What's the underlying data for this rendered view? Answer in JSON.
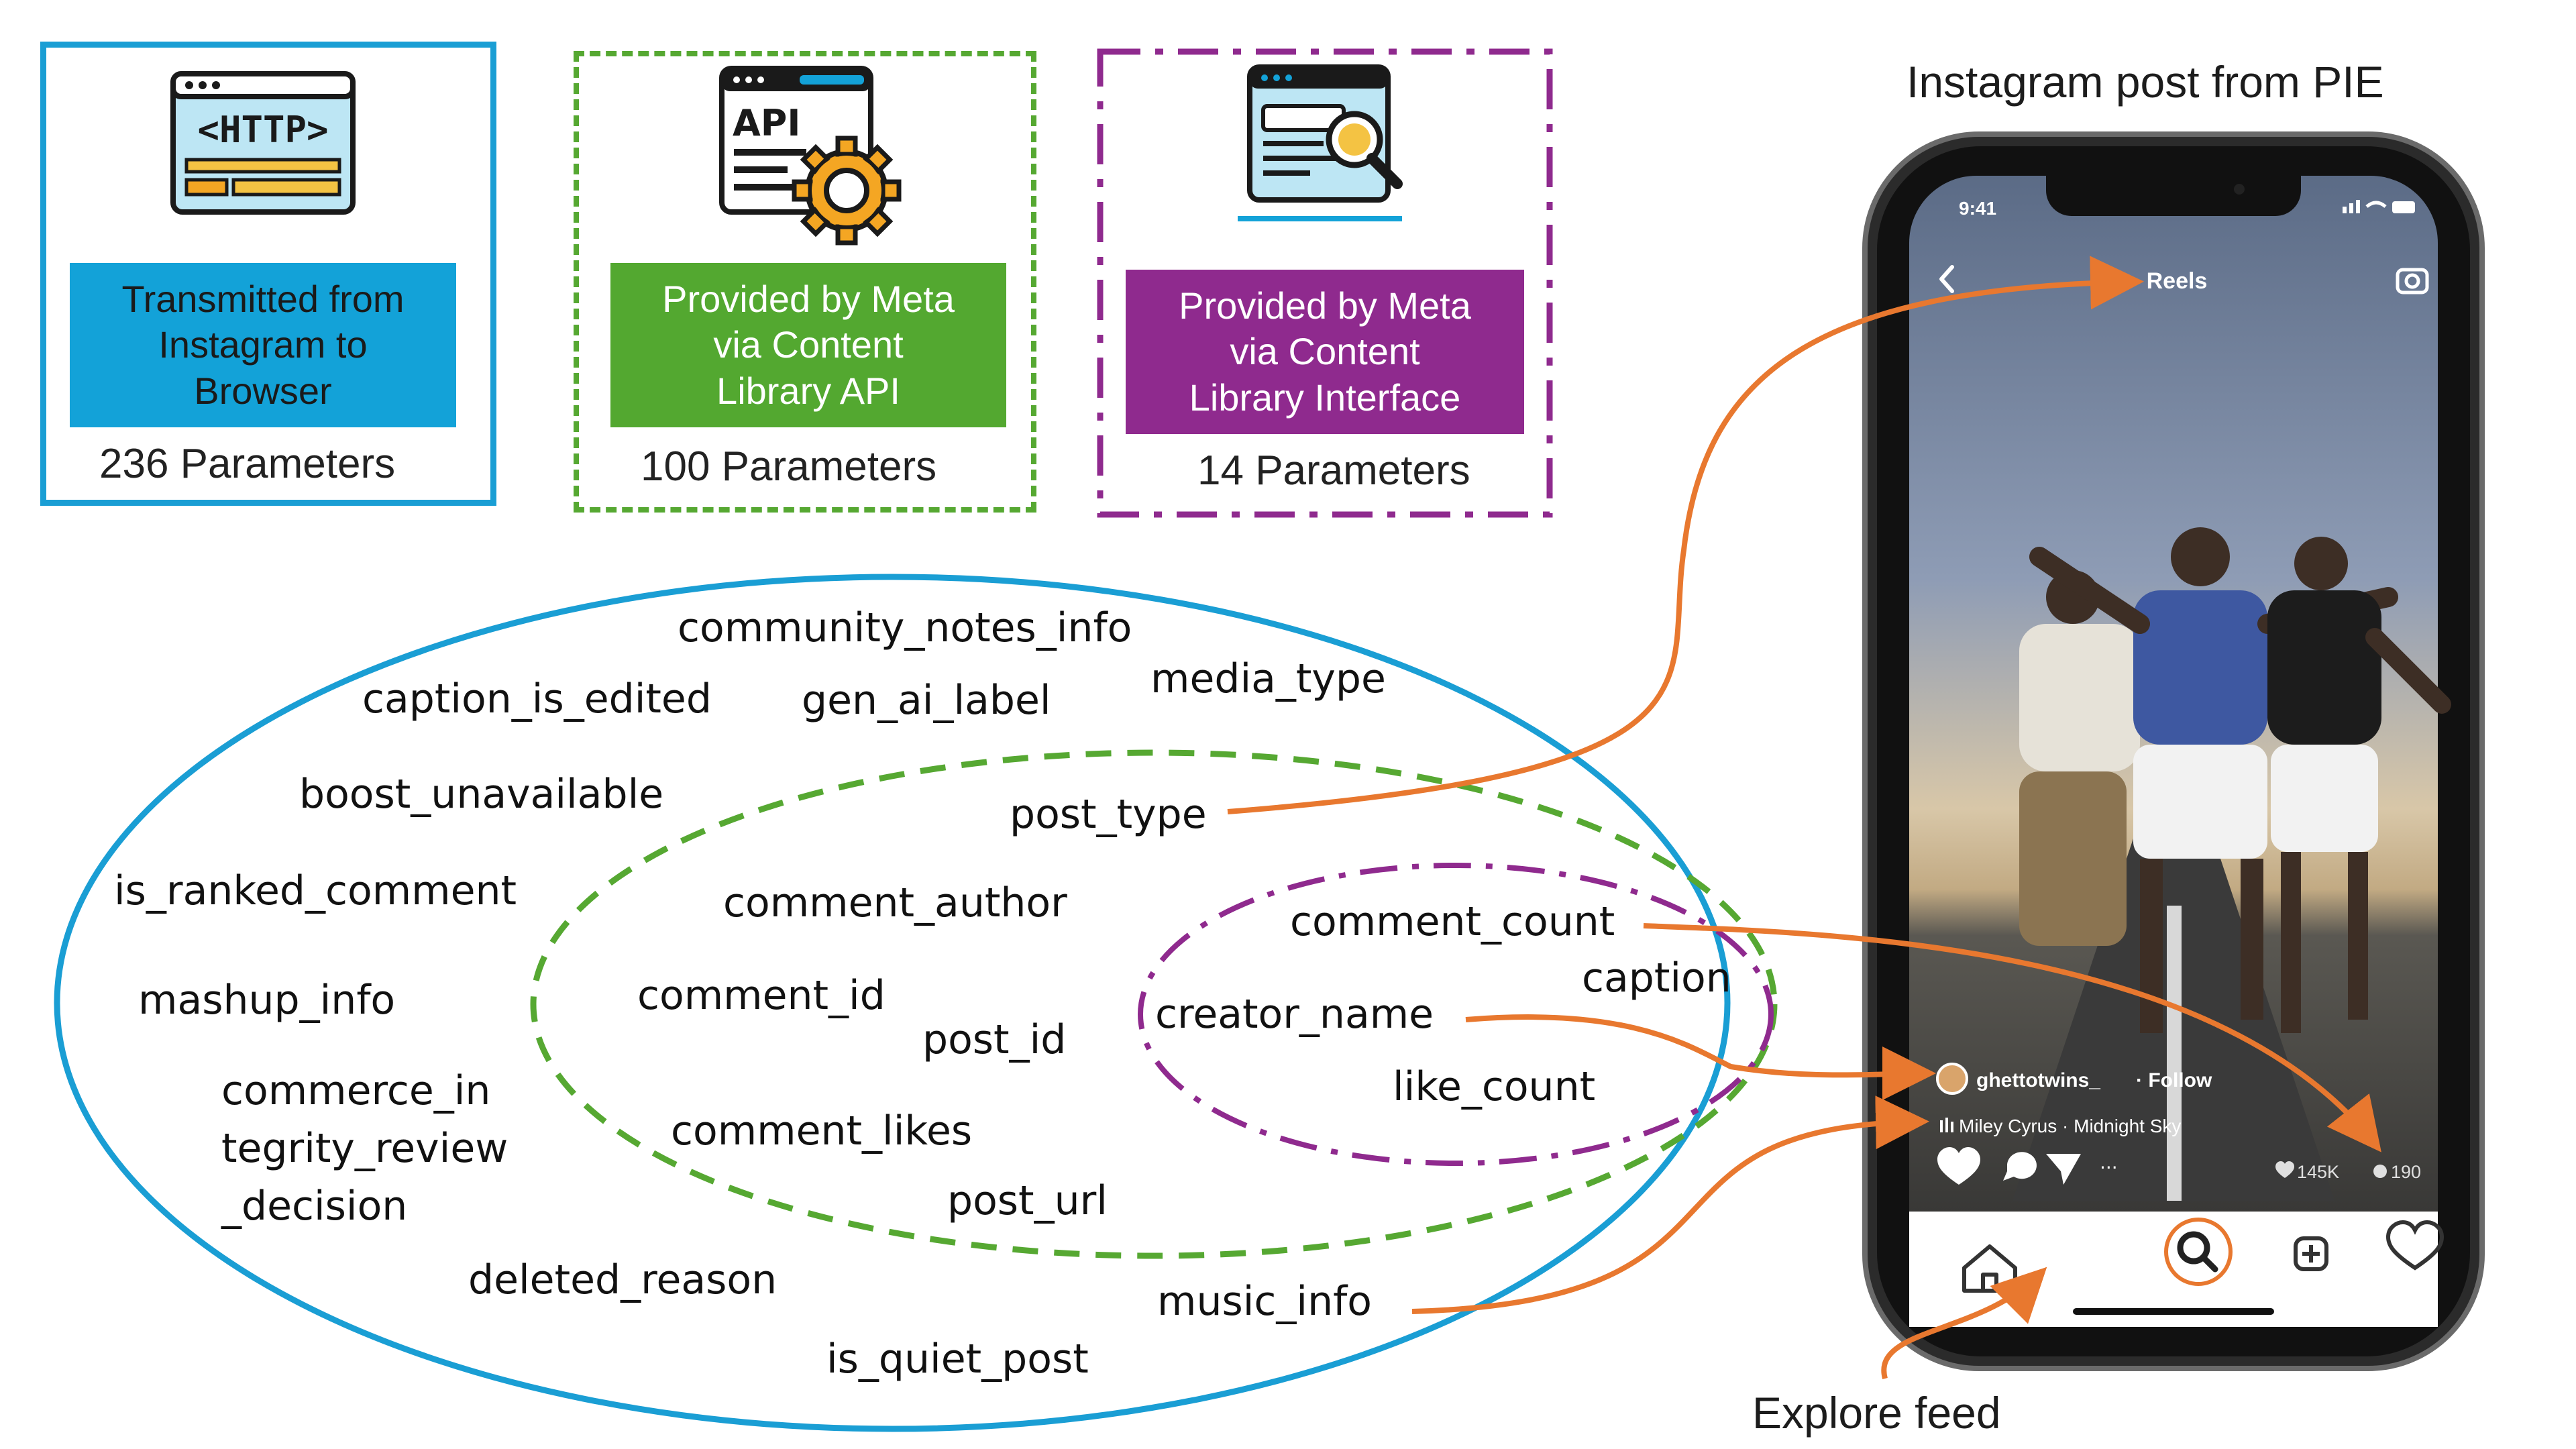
{
  "sources": {
    "browser": {
      "text": "Transmitted from\nInstagram to\nBrowser",
      "count": "236 Parameters",
      "icon": "http-window-icon",
      "color": "#1a9ed4"
    },
    "api": {
      "text": "Provided by Meta\nvia  Content\nLibrary API",
      "count": "100 Parameters",
      "icon": "api-gear-icon",
      "color": "#56a832"
    },
    "interface": {
      "text": "Provided by Meta\nvia  Content\nLibrary Interface",
      "count": "14 Parameters",
      "icon": "search-window-icon",
      "color": "#8f2a8e"
    }
  },
  "icon_text": {
    "http": "<HTTP>",
    "api": "API"
  },
  "parameters": {
    "outer": [
      "community_notes_info",
      "caption_is_edited",
      "gen_ai_label",
      "media_type",
      "boost_unavailable",
      "is_ranked_comment",
      "mashup_info",
      "commerce_in",
      "tegrity_review",
      "_decision",
      "deleted_reason",
      "is_quiet_post"
    ],
    "middle": [
      "post_type",
      "comment_author",
      "comment_id",
      "post_id",
      "comment_likes",
      "post_url",
      "music_info"
    ],
    "inner": [
      "comment_count",
      "caption",
      "creator_name",
      "like_count"
    ]
  },
  "phone": {
    "title": "Instagram post from PIE",
    "time": "9:41",
    "header": "Reels",
    "username": "ghettotwins_",
    "follow": "· Follow",
    "music": "Miley Cyrus · Midnight Sky",
    "likes": "145K",
    "comments": "190",
    "more": "···",
    "explore_label": "Explore feed"
  },
  "colors": {
    "arrow": "#e8782f",
    "phone_body": "#2b2b2b"
  }
}
